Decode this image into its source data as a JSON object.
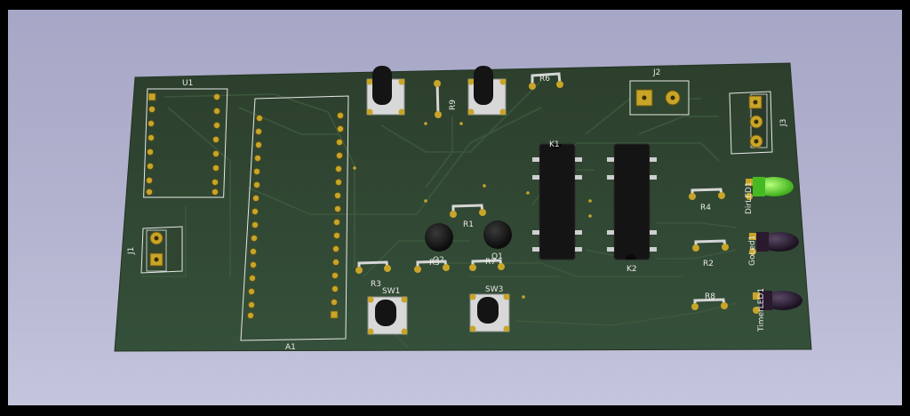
{
  "app": {
    "view": "3D board viewer"
  },
  "colors": {
    "board": "#2f4530",
    "silkscreen": "#e8e8e8",
    "pad_gold": "#c8a428",
    "led_green": "#5fd32a",
    "led_dark": "#2a1a2e",
    "ic_body": "#1a1a1a"
  },
  "board": {
    "labels": {
      "U1": "U1",
      "A1": "A1",
      "J1": "J1",
      "J2": "J2",
      "J3": "J3",
      "R1": "R1",
      "R2": "R2",
      "R3": "R3",
      "R4": "R4",
      "R5": "R5",
      "R6": "R6",
      "R7": "R7",
      "R8": "R8",
      "R9": "R9",
      "Q1": "Q1",
      "Q2": "Q2",
      "K1": "K1",
      "K2": "K2",
      "SW1": "SW1",
      "SW3": "SW3",
      "DirLED1": "DirLED1",
      "GoLed1": "GoLed1",
      "TimerLED1": "TimerLED1"
    }
  }
}
